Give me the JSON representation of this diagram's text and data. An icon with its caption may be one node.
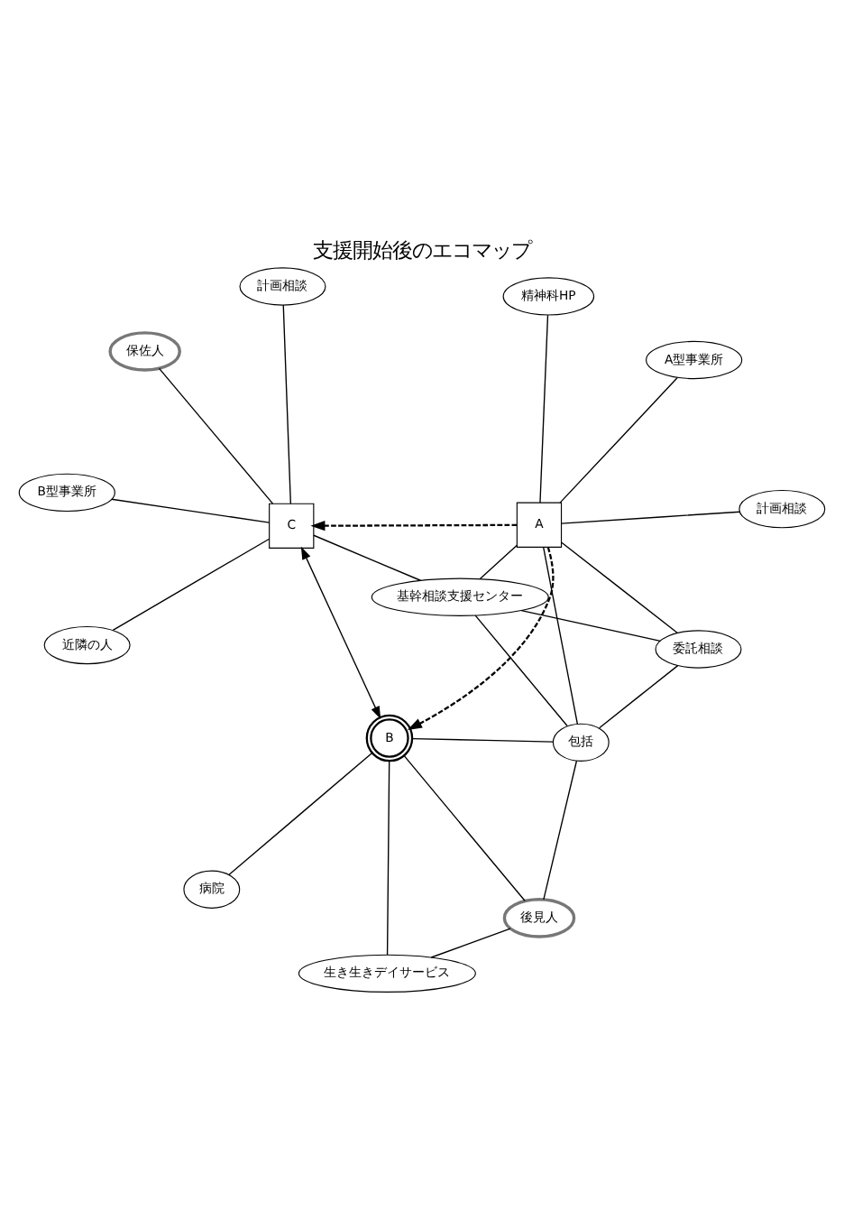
{
  "diagram": {
    "title": "支援開始後のエコマップ",
    "nodes": [
      {
        "text": [
          "近隣の人"
        ]
      },
      {
        "text": [
          "後見人"
        ]
      },
      {
        "text": [
          "生き生きデイサービス"
        ]
      },
      {
        "text": [
          "保佐人"
        ]
      },
      {
        "text": [
          "計画相談"
        ]
      },
      {
        "text": [
          "B型事業所"
        ]
      },
      {
        "text": [
          "病院"
        ]
      },
      {
        "text": [
          "B"
        ]
      },
      {
        "text": [
          "C"
        ]
      },
      {
        "text": [
          "A"
        ]
      },
      {
        "text": [
          "基幹相談支援センター"
        ]
      },
      {
        "text": [
          "包括"
        ]
      },
      {
        "text": [
          "計画相談"
        ]
      },
      {
        "text": [
          "A型事業所"
        ]
      },
      {
        "text": [
          "精神科HP"
        ]
      },
      {
        "text": [
          "委託相談"
        ]
      }
    ],
    "edges": [
      {
        "from": 1,
        "to": 2,
        "arrow": "none"
      },
      {
        "from": 1,
        "to": 7,
        "arrow": "none"
      },
      {
        "from": 1,
        "to": 11,
        "arrow": "none"
      },
      {
        "from": 2,
        "to": 7,
        "arrow": "none"
      },
      {
        "from": 0,
        "to": 8,
        "arrow": "none"
      },
      {
        "from": 3,
        "to": 8,
        "arrow": "none"
      },
      {
        "from": 4,
        "to": 8,
        "arrow": "none"
      },
      {
        "from": 5,
        "to": 8,
        "arrow": "none"
      },
      {
        "from": 6,
        "to": 7,
        "arrow": "none"
      },
      {
        "from": 7,
        "to": 8,
        "arrow": "both"
      },
      {
        "from": 9,
        "to": 8,
        "arrow": "to",
        "style": "dashed"
      },
      {
        "from": 9,
        "to": 7,
        "arrow": "to",
        "style": "dashed"
      },
      {
        "from": 10,
        "to": 8,
        "arrow": "none"
      },
      {
        "from": 10,
        "to": 9,
        "arrow": "none"
      },
      {
        "from": 10,
        "to": 11,
        "arrow": "none"
      },
      {
        "from": 10,
        "to": 15,
        "arrow": "none"
      },
      {
        "from": 11,
        "to": 9,
        "arrow": "none"
      },
      {
        "from": 11,
        "to": 7,
        "arrow": "none"
      },
      {
        "from": 11,
        "to": 15,
        "arrow": "none"
      },
      {
        "from": 9,
        "to": 12,
        "arrow": "none"
      },
      {
        "from": 9,
        "to": 13,
        "arrow": "none"
      },
      {
        "from": 9,
        "to": 14,
        "arrow": "none"
      },
      {
        "from": 9,
        "to": 15,
        "arrow": "none"
      }
    ]
  }
}
